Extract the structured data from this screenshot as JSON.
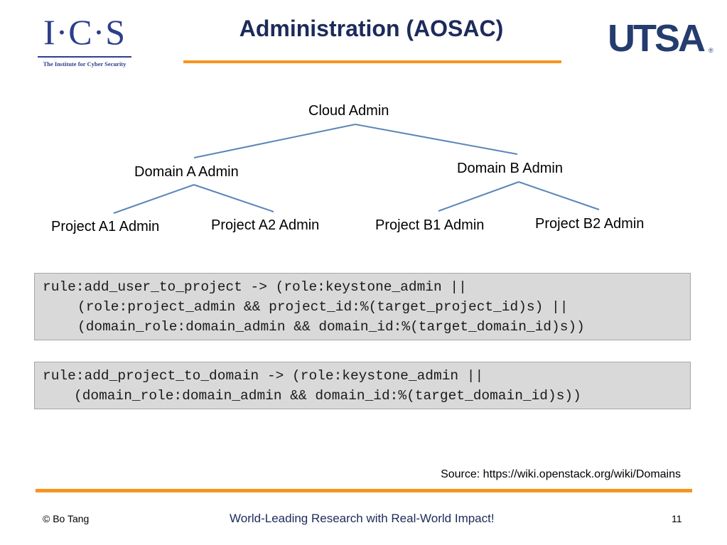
{
  "header": {
    "title": "Administration (AOSAC)",
    "left_logo": {
      "letters": "I·C·S",
      "subtitle": "The Institute for Cyber Security"
    },
    "right_logo": {
      "text": "UTSA",
      "registered": "®"
    }
  },
  "hierarchy": {
    "root": "Cloud Admin",
    "domains": [
      {
        "label": "Domain A Admin",
        "projects": [
          "Project A1 Admin",
          "Project A2 Admin"
        ]
      },
      {
        "label": "Domain B Admin",
        "projects": [
          "Project B1 Admin",
          "Project B2 Admin"
        ]
      }
    ],
    "line_color": "#5b86b8"
  },
  "rules": [
    {
      "lines": [
        "rule:add_user_to_project -> (role:keystone_admin ||",
        "(role:project_admin && project_id:%(target_project_id)s) ||",
        "(domain_role:domain_admin && domain_id:%(target_domain_id)s))"
      ]
    },
    {
      "lines": [
        "rule:add_project_to_domain -> (role:keystone_admin ||",
        "(domain_role:domain_admin && domain_id:%(target_domain_id)s))"
      ]
    }
  ],
  "footer": {
    "source": "Source: https://wiki.openstack.org/wiki/Domains",
    "copyright": "© Bo Tang",
    "tagline": "World-Leading Research with Real-World Impact!",
    "page_number": "11"
  },
  "colors": {
    "accent": "#f7941d",
    "title": "#1c2b5a",
    "code_bg": "#d9d9d9"
  }
}
